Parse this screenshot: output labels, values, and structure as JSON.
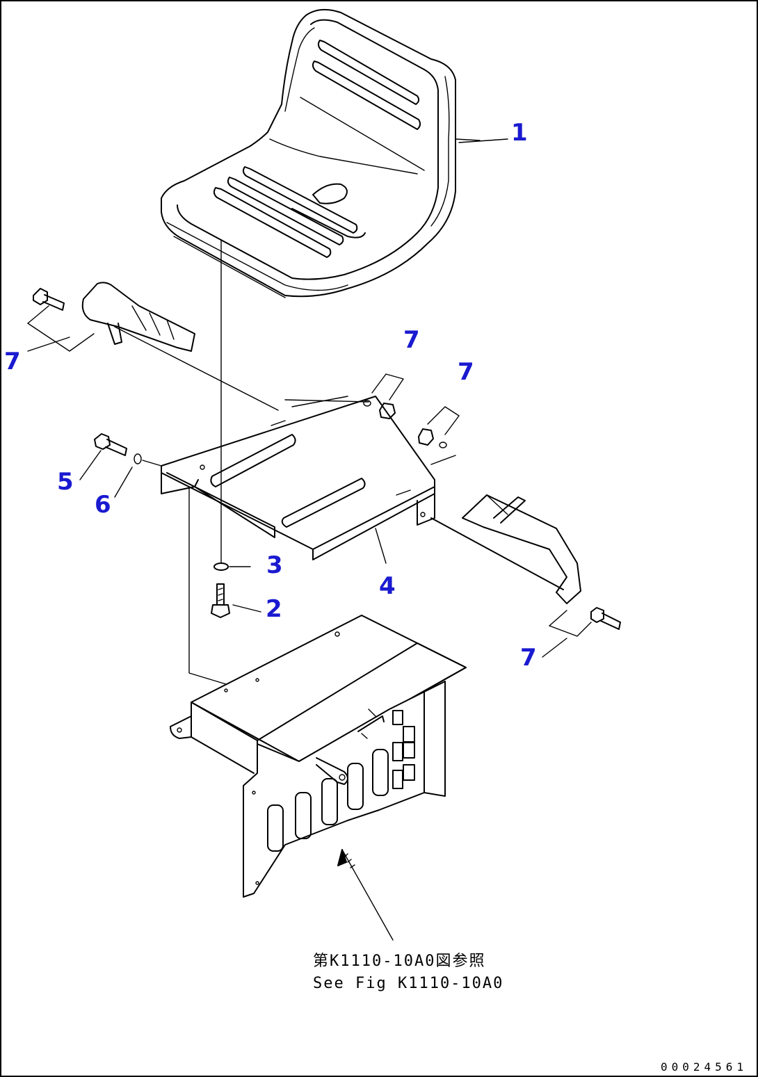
{
  "callouts": {
    "c1": "1",
    "c2": "2",
    "c3": "3",
    "c4": "4",
    "c5": "5",
    "c6": "6",
    "c7a": "7",
    "c7b": "7",
    "c7c": "7",
    "c7d": "7"
  },
  "reference": {
    "jp": "第K1110-10A0図参照",
    "en": "See Fig K1110-10A0"
  },
  "drawing_number": "00024561",
  "colors": {
    "callout": "#1a1ad0",
    "line": "#000000"
  }
}
